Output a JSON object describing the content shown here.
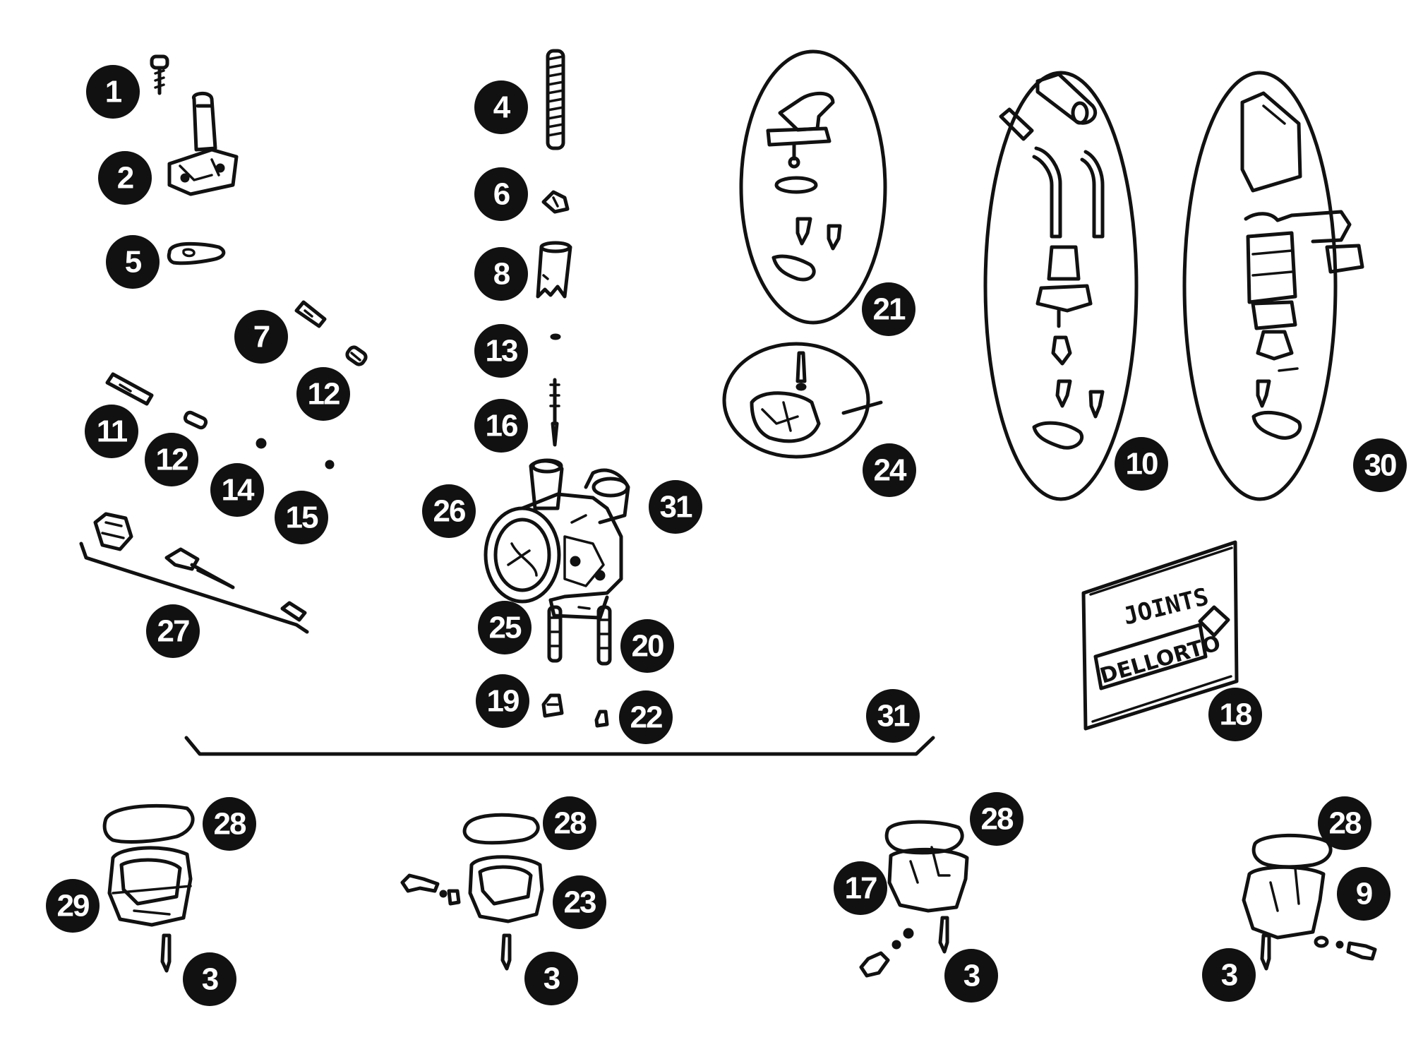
{
  "callouts": [
    "1",
    "2",
    "5",
    "4",
    "6",
    "8",
    "13",
    "16",
    "26",
    "31",
    "25",
    "20",
    "19",
    "22",
    "7",
    "12",
    "11",
    "12",
    "14",
    "15",
    "27",
    "21",
    "24",
    "10",
    "30",
    "31",
    "18",
    "28",
    "29",
    "3",
    "28",
    "23",
    "3",
    "28",
    "17",
    "3",
    "28",
    "9",
    "3"
  ],
  "package": {
    "label": "JOINTS",
    "brand": "DELLORTO"
  }
}
